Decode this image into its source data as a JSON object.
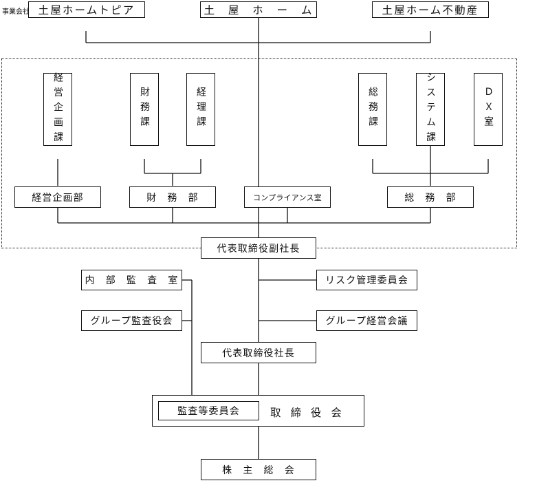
{
  "companies": {
    "label": "事業会社",
    "items": [
      "土屋ホームトピア",
      "土　屋　ホ　ー　ム",
      "土屋ホーム不動産"
    ]
  },
  "sections": {
    "keiei_kikaku_ka": "経営企画課",
    "zaimu_ka": "財務課",
    "keiri_ka": "経理課",
    "soumu_ka": "総務課",
    "system_ka": "システム課",
    "dx_shitsu": "ＤＸ室"
  },
  "departments": {
    "keiei_kikaku_bu": "経営企画部",
    "zaimu_bu": "財　務　部",
    "compliance": "コンプライアンス室",
    "soumu_bu": "総　務　部"
  },
  "executives": {
    "vice_president": "代表取締役副社長",
    "president": "代表取締役社長"
  },
  "staff": {
    "internal_audit": "内　部　監　査　室",
    "group_auditor": "グループ監査役会",
    "risk_committee": "リスク管理委員会",
    "group_management": "グループ経営会議"
  },
  "board": {
    "audit_committee": "監査等委員会",
    "directors": "取締役会"
  },
  "shareholders": "株　主　総　会"
}
